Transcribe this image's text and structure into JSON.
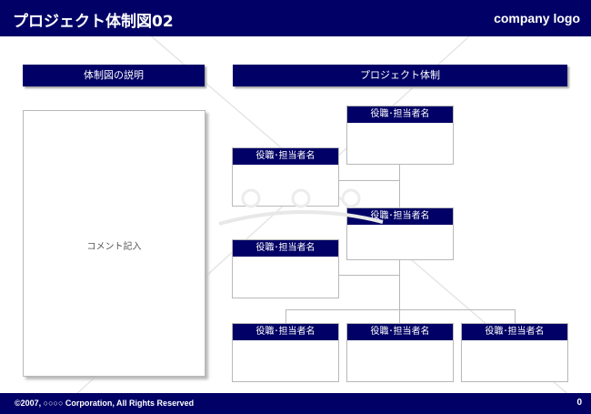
{
  "header": {
    "title": "プロジェクト体制図02",
    "logo": "company logo"
  },
  "left_section": {
    "heading": "体制図の説明",
    "comment_placeholder": "コメント記入"
  },
  "right_section": {
    "heading": "プロジェクト体制"
  },
  "roles": {
    "top": "役職･担当者名",
    "left_upper": "役職･担当者名",
    "middle": "役職･担当者名",
    "left_lower": "役職･担当者名",
    "bottom_1": "役職･担当者名",
    "bottom_2": "役職･担当者名",
    "bottom_3": "役職･担当者名"
  },
  "footer": {
    "copyright": "©2007, ○○○○ Corporation, All Rights Reserved",
    "page_number": "0"
  },
  "colors": {
    "primary": "#000066",
    "border": "#b8b8b8"
  }
}
